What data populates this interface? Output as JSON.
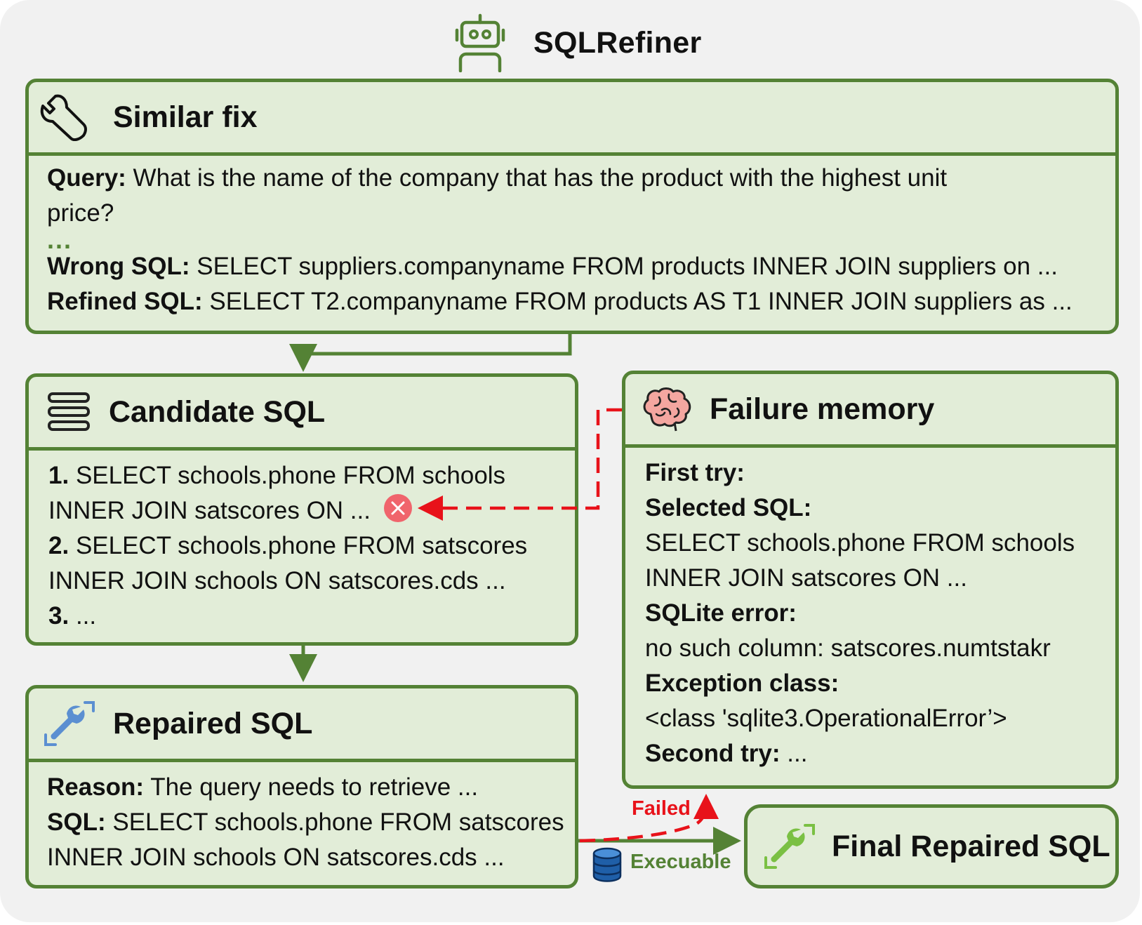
{
  "title": "SQLRefiner",
  "similar_fix": {
    "heading": "Similar fix",
    "query_label": "Query:",
    "query_text": "What is the name of the company that has the product with the highest unit",
    "query_text_cont": "price?",
    "ellipsis": "...",
    "wrong_label": "Wrong SQL:",
    "wrong_text": "SELECT suppliers.companyname FROM products INNER JOIN suppliers on ...",
    "refined_label": "Refined SQL:",
    "refined_text": "SELECT T2.companyname FROM products AS T1 INNER JOIN suppliers as ..."
  },
  "candidate": {
    "heading": "Candidate SQL",
    "items": [
      {
        "num": "1.",
        "line1": "SELECT schools.phone FROM schools",
        "line2": "INNER JOIN satscores ON ..."
      },
      {
        "num": "2.",
        "line1": "SELECT schools.phone FROM satscores",
        "line2": "INNER JOIN schools ON satscores.cds ..."
      },
      {
        "num": "3.",
        "line1": "..."
      }
    ]
  },
  "failure_memory": {
    "heading": "Failure memory",
    "first_try": "First try:",
    "selected_label": "Selected SQL:",
    "selected_line1": "SELECT schools.phone FROM schools",
    "selected_line2": "INNER JOIN satscores ON ...",
    "error_label": "SQLite error:",
    "error_text": "no such column: satscores.numtstakr",
    "exception_label": "Exception class:",
    "exception_text": "<class 'sqlite3.OperationalError’>",
    "second_label": "Second try:",
    "second_text": "..."
  },
  "repaired": {
    "heading": "Repaired SQL",
    "reason_label": "Reason:",
    "reason_text": "The query needs to retrieve ...",
    "sql_label": "SQL:",
    "sql_line1": "SELECT schools.phone FROM satscores",
    "sql_line2": "INNER JOIN schools ON satscores.cds ..."
  },
  "final": {
    "heading": "Final Repaired SQL"
  },
  "edges": {
    "failed": "Failed",
    "executable": "Execuable"
  },
  "colors": {
    "green": "#548235",
    "box_fill": "#e2edd8",
    "red": "#e8121a",
    "error_circle": "#f0646c",
    "repair_icon_blue": "#5b8fd1",
    "final_icon_green": "#7ac043"
  },
  "icons": [
    "robot-icon",
    "wrench-icon",
    "list-icon",
    "brain-icon",
    "repair-icon",
    "database-icon",
    "error-x-icon"
  ]
}
